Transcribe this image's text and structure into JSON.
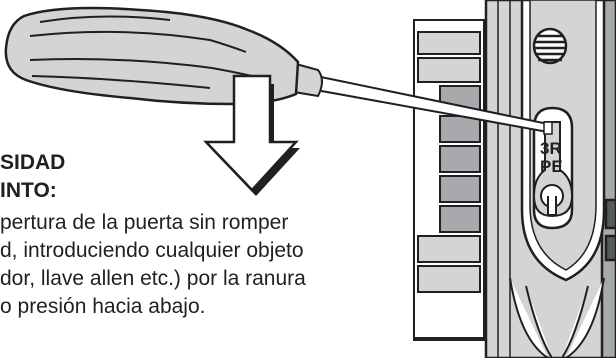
{
  "heading": {
    "line1": "SIDAD",
    "line2": "INTO:"
  },
  "body": {
    "lines": [
      "pertura de la puerta sin romper",
      "d, introduciendo cualquier objeto",
      "dor, llave allen etc.) por la ranura",
      "o presión hacia abajo."
    ]
  },
  "device": {
    "slot_label_1": "3R",
    "slot_label_2": "PE"
  },
  "colors": {
    "ink": "#231f20",
    "light_gray": "#d4d4d4",
    "mid_gray": "#a7a9ac",
    "dark_gray": "#58595b"
  }
}
